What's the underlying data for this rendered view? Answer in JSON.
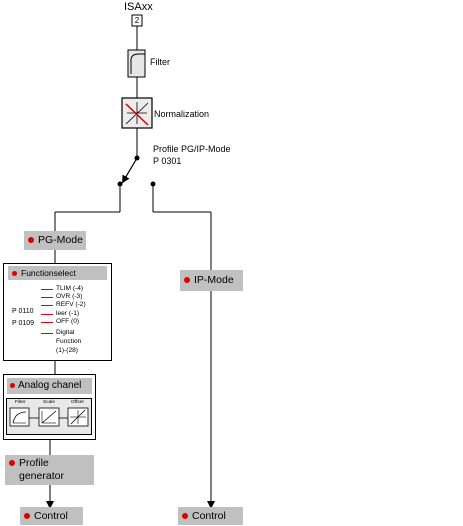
{
  "input": {
    "title": "ISAxx",
    "connector": "2"
  },
  "filter": {
    "label": "Filter"
  },
  "normalization": {
    "label": "Normalization"
  },
  "profile": {
    "line1": "Profile PG/IP-Mode",
    "param": "P 0301"
  },
  "pg_mode": {
    "label": "PG-Mode"
  },
  "ip_mode": {
    "label": "IP-Mode"
  },
  "functionselect": {
    "title": "Functionselect",
    "params": [
      "P 0110",
      "P 0109"
    ],
    "items": [
      "TLIM (-4)",
      "OVR (-3)",
      "REFV (-2)",
      "leer (-1)",
      "OFF (0)",
      "Digital",
      "Function",
      "(1)-(28)"
    ]
  },
  "analog": {
    "title": "Analog chanel",
    "blocks": [
      "Filter",
      "Scale",
      "Offset"
    ]
  },
  "profile_generator": {
    "line1": "Profile",
    "line2": "generator"
  },
  "control_left": {
    "label": "Control"
  },
  "control_right": {
    "label": "Control"
  },
  "colors": {
    "accent_dot": "#e00000",
    "box_gray": "#c0c0c0",
    "red_line": "#e00000"
  }
}
